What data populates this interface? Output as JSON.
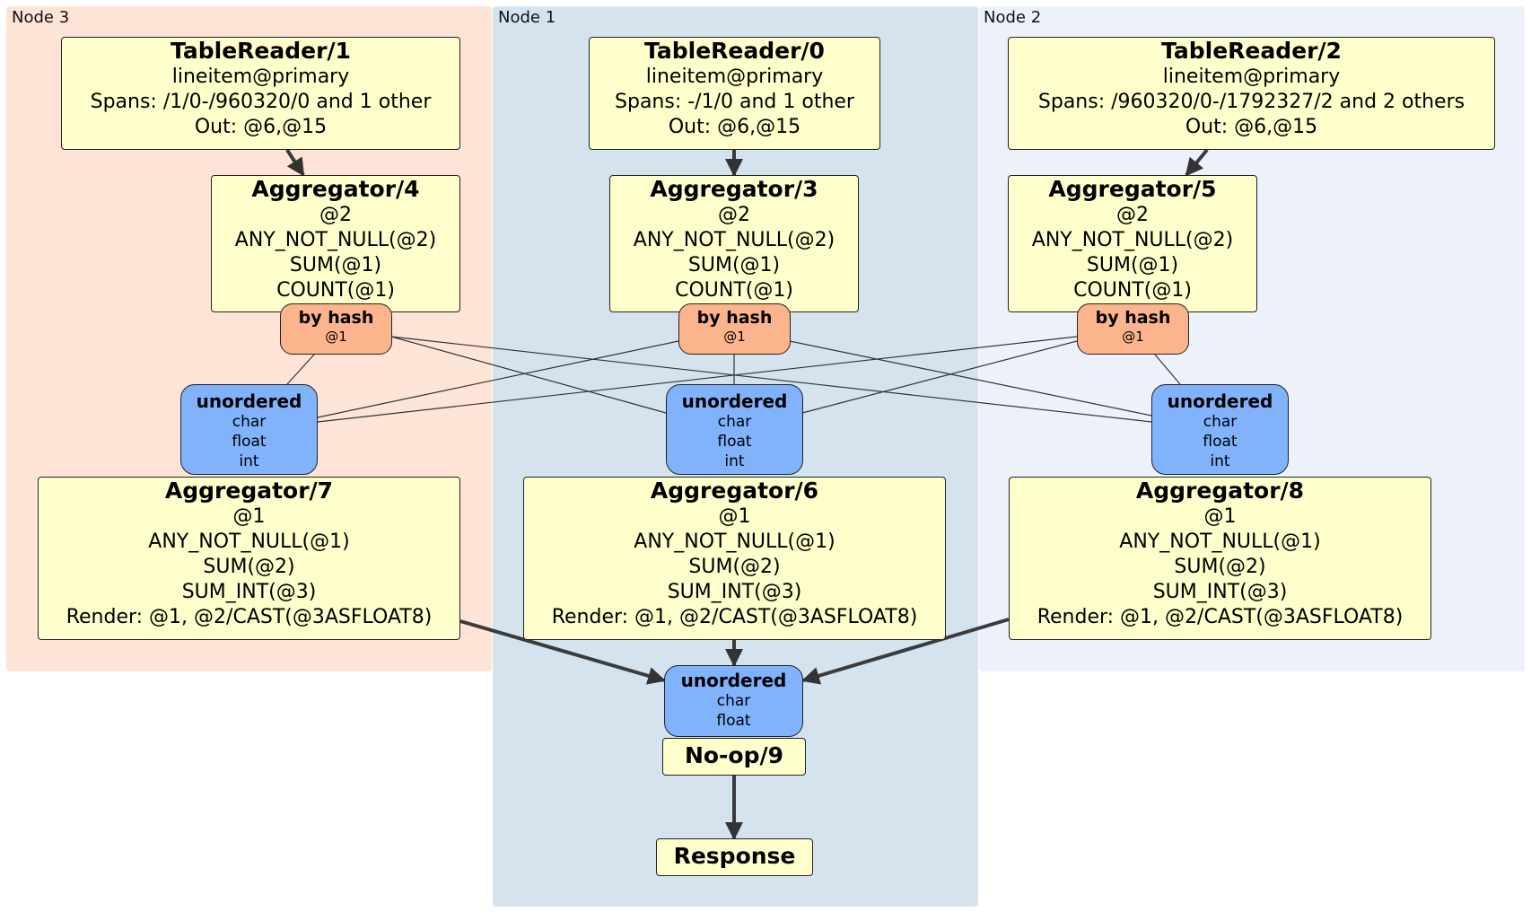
{
  "regions": {
    "node3": "Node 3",
    "node1": "Node 1",
    "node2": "Node 2"
  },
  "colors": {
    "node3_bg": "#fde4d6",
    "node1_bg": "#d4e3ee",
    "node2_bg": "#edf2fa",
    "processor_fill": "#ffffcc",
    "router_fill": "#fcb48c",
    "sync_fill": "#80b3fc"
  },
  "processors": {
    "tr1": {
      "title": "TableReader/1",
      "lines": [
        "lineitem@primary",
        "Spans: /1/0-/960320/0 and 1 other",
        "Out: @6,@15"
      ]
    },
    "tr0": {
      "title": "TableReader/0",
      "lines": [
        "lineitem@primary",
        "Spans: -/1/0 and 1 other",
        "Out: @6,@15"
      ]
    },
    "tr2": {
      "title": "TableReader/2",
      "lines": [
        "lineitem@primary",
        "Spans: /960320/0-/1792327/2 and 2 others",
        "Out: @6,@15"
      ]
    },
    "agg4": {
      "title": "Aggregator/4",
      "lines": [
        "@2",
        "ANY_NOT_NULL(@2)",
        "SUM(@1)",
        "COUNT(@1)"
      ]
    },
    "agg3": {
      "title": "Aggregator/3",
      "lines": [
        "@2",
        "ANY_NOT_NULL(@2)",
        "SUM(@1)",
        "COUNT(@1)"
      ]
    },
    "agg5": {
      "title": "Aggregator/5",
      "lines": [
        "@2",
        "ANY_NOT_NULL(@2)",
        "SUM(@1)",
        "COUNT(@1)"
      ]
    },
    "agg7": {
      "title": "Aggregator/7",
      "lines": [
        "@1",
        "ANY_NOT_NULL(@1)",
        "SUM(@2)",
        "SUM_INT(@3)",
        "Render: @1, @2/CAST(@3ASFLOAT8)"
      ]
    },
    "agg6": {
      "title": "Aggregator/6",
      "lines": [
        "@1",
        "ANY_NOT_NULL(@1)",
        "SUM(@2)",
        "SUM_INT(@3)",
        "Render: @1, @2/CAST(@3ASFLOAT8)"
      ]
    },
    "agg8": {
      "title": "Aggregator/8",
      "lines": [
        "@1",
        "ANY_NOT_NULL(@1)",
        "SUM(@2)",
        "SUM_INT(@3)",
        "Render: @1, @2/CAST(@3ASFLOAT8)"
      ]
    },
    "noop9": {
      "title": "No-op/9"
    },
    "response": {
      "title": "Response"
    }
  },
  "routers": {
    "r4": {
      "title": "by hash",
      "sub": "@1"
    },
    "r3": {
      "title": "by hash",
      "sub": "@1"
    },
    "r5": {
      "title": "by hash",
      "sub": "@1"
    }
  },
  "syncs": {
    "s7": {
      "title": "unordered",
      "lines": [
        "char",
        "float",
        "int"
      ]
    },
    "s6": {
      "title": "unordered",
      "lines": [
        "char",
        "float",
        "int"
      ]
    },
    "s8": {
      "title": "unordered",
      "lines": [
        "char",
        "float",
        "int"
      ]
    },
    "final": {
      "title": "unordered",
      "lines": [
        "char",
        "float"
      ]
    }
  }
}
